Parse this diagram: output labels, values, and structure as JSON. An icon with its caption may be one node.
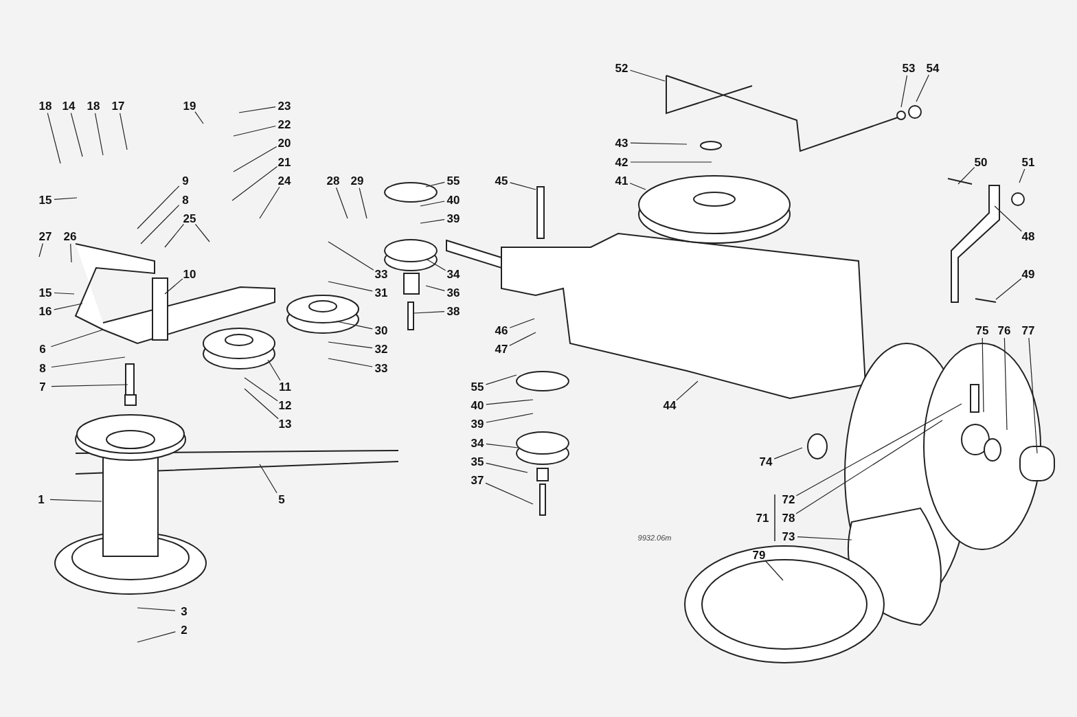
{
  "diagram": {
    "nodes": [
      {
        "text": [
          "18"
        ]
      },
      {
        "text": [
          "14"
        ]
      },
      {
        "text": [
          "18"
        ]
      },
      {
        "text": [
          "17"
        ]
      },
      {
        "text": [
          "19"
        ]
      },
      {
        "text": [
          "23"
        ]
      },
      {
        "text": [
          "22"
        ]
      },
      {
        "text": [
          "20"
        ]
      },
      {
        "text": [
          "21"
        ]
      },
      {
        "text": [
          "24"
        ]
      },
      {
        "text": [
          "15"
        ]
      },
      {
        "text": [
          "9"
        ]
      },
      {
        "text": [
          "8"
        ]
      },
      {
        "text": [
          "25"
        ]
      },
      {
        "text": [
          "27"
        ]
      },
      {
        "text": [
          "26"
        ]
      },
      {
        "text": [
          "10"
        ]
      },
      {
        "text": [
          "15"
        ]
      },
      {
        "text": [
          "16"
        ]
      },
      {
        "text": [
          "6"
        ]
      },
      {
        "text": [
          "8"
        ]
      },
      {
        "text": [
          "7"
        ]
      },
      {
        "text": [
          "1"
        ]
      },
      {
        "text": [
          "5"
        ]
      },
      {
        "text": [
          "3"
        ]
      },
      {
        "text": [
          "2"
        ]
      },
      {
        "text": [
          "28"
        ]
      },
      {
        "text": [
          "29"
        ]
      },
      {
        "text": [
          "33"
        ]
      },
      {
        "text": [
          "31"
        ]
      },
      {
        "text": [
          "30"
        ]
      },
      {
        "text": [
          "32"
        ]
      },
      {
        "text": [
          "33"
        ]
      },
      {
        "text": [
          "11"
        ]
      },
      {
        "text": [
          "12"
        ]
      },
      {
        "text": [
          "13"
        ]
      },
      {
        "text": [
          "55"
        ]
      },
      {
        "text": [
          "40"
        ]
      },
      {
        "text": [
          "39"
        ]
      },
      {
        "text": [
          "34"
        ]
      },
      {
        "text": [
          "36"
        ]
      },
      {
        "text": [
          "38"
        ]
      },
      {
        "text": [
          "45"
        ]
      },
      {
        "text": [
          "46"
        ]
      },
      {
        "text": [
          "47"
        ]
      },
      {
        "text": [
          "55"
        ]
      },
      {
        "text": [
          "40"
        ]
      },
      {
        "text": [
          "39"
        ]
      },
      {
        "text": [
          "34"
        ]
      },
      {
        "text": [
          "35"
        ]
      },
      {
        "text": [
          "37"
        ]
      },
      {
        "text": [
          "52"
        ]
      },
      {
        "text": [
          "53"
        ]
      },
      {
        "text": [
          "54"
        ]
      },
      {
        "text": [
          "43"
        ]
      },
      {
        "text": [
          "42"
        ]
      },
      {
        "text": [
          "41"
        ]
      },
      {
        "text": [
          "44"
        ]
      },
      {
        "text": [
          "50"
        ]
      },
      {
        "text": [
          "51"
        ]
      },
      {
        "text": [
          "48"
        ]
      },
      {
        "text": [
          "49"
        ]
      },
      {
        "text": [
          "75"
        ]
      },
      {
        "text": [
          "76"
        ]
      },
      {
        "text": [
          "77"
        ]
      },
      {
        "text": [
          "74"
        ]
      },
      {
        "text": [
          "72"
        ]
      },
      {
        "text": [
          "78"
        ]
      },
      {
        "text": [
          "73"
        ]
      },
      {
        "text": [
          "79"
        ]
      }
    ],
    "edges": [
      {
        "from": 0,
        "to": null,
        "arrow": "none"
      },
      {
        "from": 1,
        "to": null,
        "arrow": "none"
      },
      {
        "from": 2,
        "to": null,
        "arrow": "none"
      },
      {
        "from": 3,
        "to": null,
        "arrow": "none"
      },
      {
        "from": 4,
        "to": null,
        "arrow": "none"
      },
      {
        "from": 5,
        "to": null,
        "arrow": "none"
      },
      {
        "from": 6,
        "to": null,
        "arrow": "none"
      },
      {
        "from": 7,
        "to": null,
        "arrow": "none"
      },
      {
        "from": 8,
        "to": null,
        "arrow": "none"
      },
      {
        "from": 9,
        "to": null,
        "arrow": "none"
      },
      {
        "from": 10,
        "to": null,
        "arrow": "none"
      },
      {
        "from": 11,
        "to": null,
        "arrow": "none"
      },
      {
        "from": 12,
        "to": null,
        "arrow": "none"
      },
      {
        "from": 13,
        "to": null,
        "arrow": "none"
      },
      {
        "from": 13,
        "to": null,
        "arrow": "none"
      },
      {
        "from": 14,
        "to": null,
        "arrow": "none"
      },
      {
        "from": 15,
        "to": null,
        "arrow": "none"
      },
      {
        "from": 16,
        "to": null,
        "arrow": "none"
      },
      {
        "from": 17,
        "to": null,
        "arrow": "none"
      },
      {
        "from": 18,
        "to": null,
        "arrow": "none"
      },
      {
        "from": 19,
        "to": null,
        "arrow": "none"
      },
      {
        "from": 20,
        "to": null,
        "arrow": "none"
      },
      {
        "from": 21,
        "to": null,
        "arrow": "none"
      },
      {
        "from": 22,
        "to": null,
        "arrow": "none"
      },
      {
        "from": 23,
        "to": null,
        "arrow": "none"
      },
      {
        "from": 24,
        "to": null,
        "arrow": "none"
      },
      {
        "from": 25,
        "to": null,
        "arrow": "none"
      },
      {
        "from": 26,
        "to": null,
        "arrow": "none"
      },
      {
        "from": 27,
        "to": null,
        "arrow": "none"
      },
      {
        "from": 28,
        "to": null,
        "arrow": "none"
      },
      {
        "from": 29,
        "to": null,
        "arrow": "none"
      },
      {
        "from": 30,
        "to": null,
        "arrow": "none"
      },
      {
        "from": 31,
        "to": null,
        "arrow": "none"
      },
      {
        "from": 32,
        "to": null,
        "arrow": "none"
      },
      {
        "from": 33,
        "to": null,
        "arrow": "none"
      },
      {
        "from": 34,
        "to": null,
        "arrow": "none"
      },
      {
        "from": 35,
        "to": null,
        "arrow": "none"
      },
      {
        "from": 36,
        "to": null,
        "arrow": "none"
      },
      {
        "from": 37,
        "to": null,
        "arrow": "none"
      },
      {
        "from": 38,
        "to": null,
        "arrow": "none"
      },
      {
        "from": 39,
        "to": null,
        "arrow": "none"
      },
      {
        "from": 40,
        "to": null,
        "arrow": "none"
      },
      {
        "from": 41,
        "to": null,
        "arrow": "none"
      },
      {
        "from": 42,
        "to": null,
        "arrow": "none"
      },
      {
        "from": 43,
        "to": null,
        "arrow": "none"
      },
      {
        "from": 44,
        "to": null,
        "arrow": "none"
      },
      {
        "from": 45,
        "to": null,
        "arrow": "none"
      },
      {
        "from": 46,
        "to": null,
        "arrow": "none"
      },
      {
        "from": 47,
        "to": null,
        "arrow": "none"
      },
      {
        "from": 48,
        "to": null,
        "arrow": "none"
      },
      {
        "from": 49,
        "to": null,
        "arrow": "none"
      },
      {
        "from": 50,
        "to": null,
        "arrow": "none"
      },
      {
        "from": 51,
        "to": null,
        "arrow": "none"
      },
      {
        "from": 52,
        "to": null,
        "arrow": "none"
      },
      {
        "from": 53,
        "to": null,
        "arrow": "none"
      },
      {
        "from": 54,
        "to": null,
        "arrow": "none"
      },
      {
        "from": 55,
        "to": null,
        "arrow": "none"
      },
      {
        "from": 56,
        "to": null,
        "arrow": "none"
      },
      {
        "from": 57,
        "to": null,
        "arrow": "none"
      },
      {
        "from": 58,
        "to": null,
        "arrow": "none"
      },
      {
        "from": 59,
        "to": null,
        "arrow": "none"
      },
      {
        "from": 60,
        "to": null,
        "arrow": "none"
      },
      {
        "from": 61,
        "to": null,
        "arrow": "none"
      },
      {
        "from": 62,
        "to": null,
        "arrow": "none"
      },
      {
        "from": 63,
        "to": null,
        "arrow": "none"
      },
      {
        "from": 64,
        "to": null,
        "arrow": "none"
      },
      {
        "from": 65,
        "to": null,
        "arrow": "none"
      },
      {
        "from": 66,
        "to": null,
        "arrow": "none"
      },
      {
        "from": 67,
        "to": null,
        "arrow": "none"
      },
      {
        "from": 68,
        "to": null,
        "arrow": "none"
      },
      {
        "from": 69,
        "to": null,
        "arrow": "none"
      }
    ],
    "labels": [
      "71",
      "9932.06m"
    ]
  }
}
